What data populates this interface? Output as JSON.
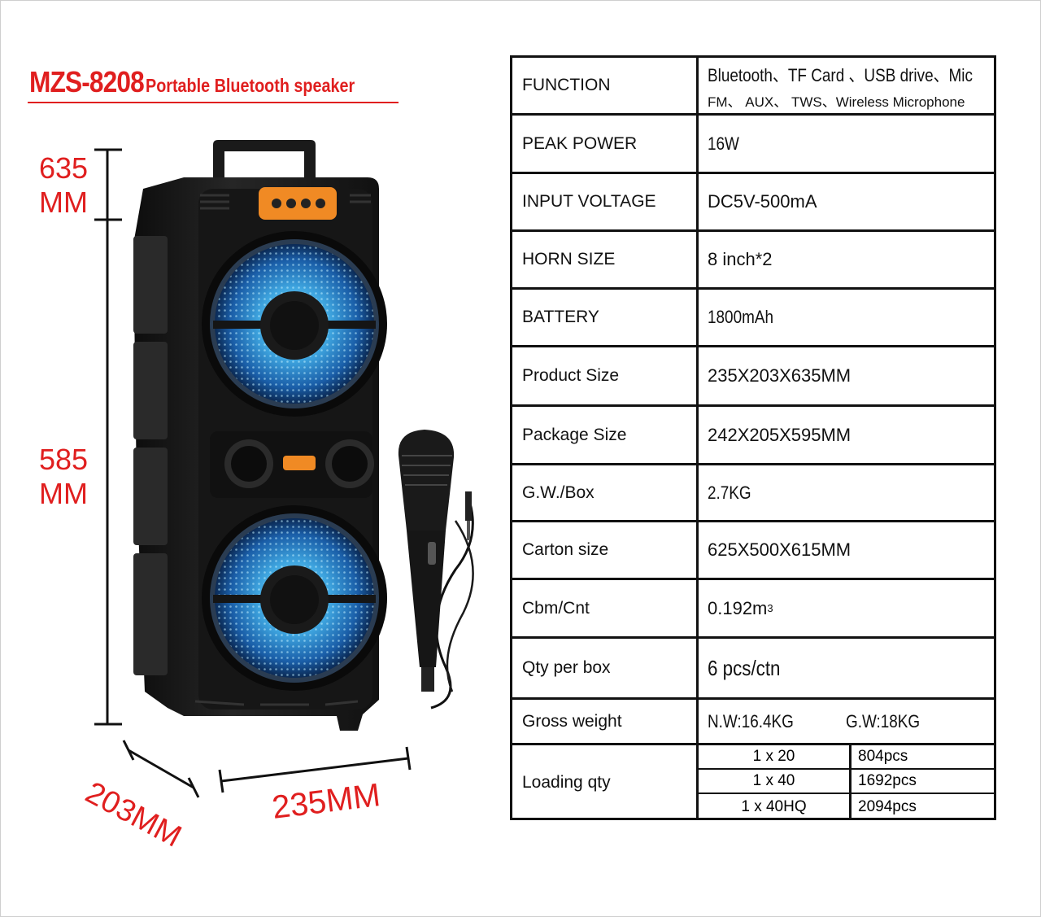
{
  "title": {
    "model": "MZS-8208",
    "subtitle": "Portable Bluetooth speaker"
  },
  "dimensions": {
    "top_value": "635",
    "top_unit": "MM",
    "body_value": "585",
    "body_unit": "MM",
    "depth": "203MM",
    "width": "235MM"
  },
  "specs": {
    "function_label": "FUNCTION",
    "function_line1": "Bluetooth、TF Card 、USB drive、Mic",
    "function_line2": "FM、 AUX、 TWS、Wireless Microphone",
    "peak_power_label": "PEAK POWER",
    "peak_power": "16W",
    "input_voltage_label": "INPUT VOLTAGE",
    "input_voltage": "DC5V-500mA",
    "horn_size_label": "HORN SIZE",
    "horn_size": "8 inch*2",
    "battery_label": "BATTERY",
    "battery": "1800mAh",
    "product_size_label": "Product Size",
    "product_size": "235X203X635MM",
    "package_size_label": "Package Size",
    "package_size": "242X205X595MM",
    "gw_box_label": "G.W./Box",
    "gw_box": "2.7KG",
    "carton_size_label": "Carton size",
    "carton_size": "625X500X615MM",
    "cbm_label": "Cbm/Cnt",
    "cbm_value": "0.192m",
    "cbm_sup": "3",
    "qty_label": "Qty per box",
    "qty": "6 pcs/ctn",
    "gross_label": "Gross weight",
    "gross_nw": "N.W:16.4KG",
    "gross_gw": "G.W:18KG",
    "loading_label": "Loading qty",
    "loading": [
      {
        "container": "1 x 20",
        "qty": "804pcs"
      },
      {
        "container": "1 x 40",
        "qty": "1692pcs"
      },
      {
        "container": "1 x 40HQ",
        "qty": "2094pcs"
      }
    ]
  },
  "colors": {
    "accent": "#e01f1f",
    "speaker_body": "#1a1a1a",
    "woofer_glow": "#2f8fd6",
    "control_panel": "#f08a24"
  }
}
